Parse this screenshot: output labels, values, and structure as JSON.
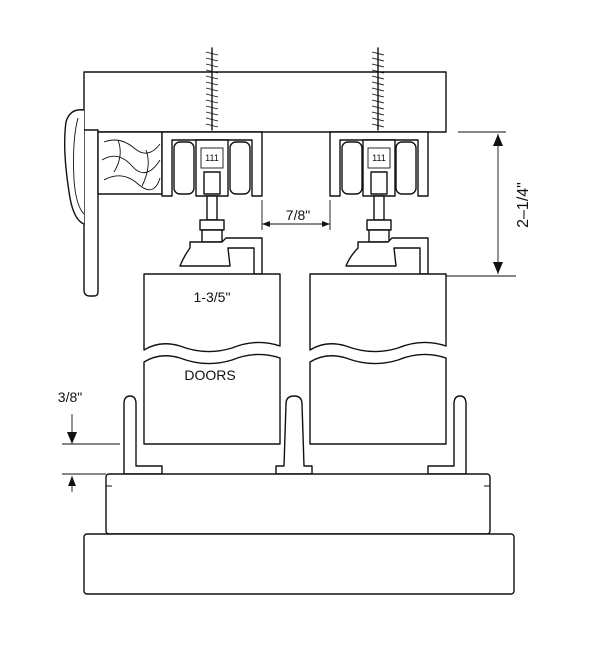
{
  "labels": {
    "height": "2–1/4\"",
    "spacing": "7/8\"",
    "door_thickness": "1-3/5\"",
    "doors": "DOORS",
    "gap": "3/8\"",
    "roller_mark_left": "111",
    "roller_mark_right": "111"
  },
  "colors": {
    "line": "#111111",
    "background": "#ffffff",
    "shade": "#d6d6d6"
  }
}
